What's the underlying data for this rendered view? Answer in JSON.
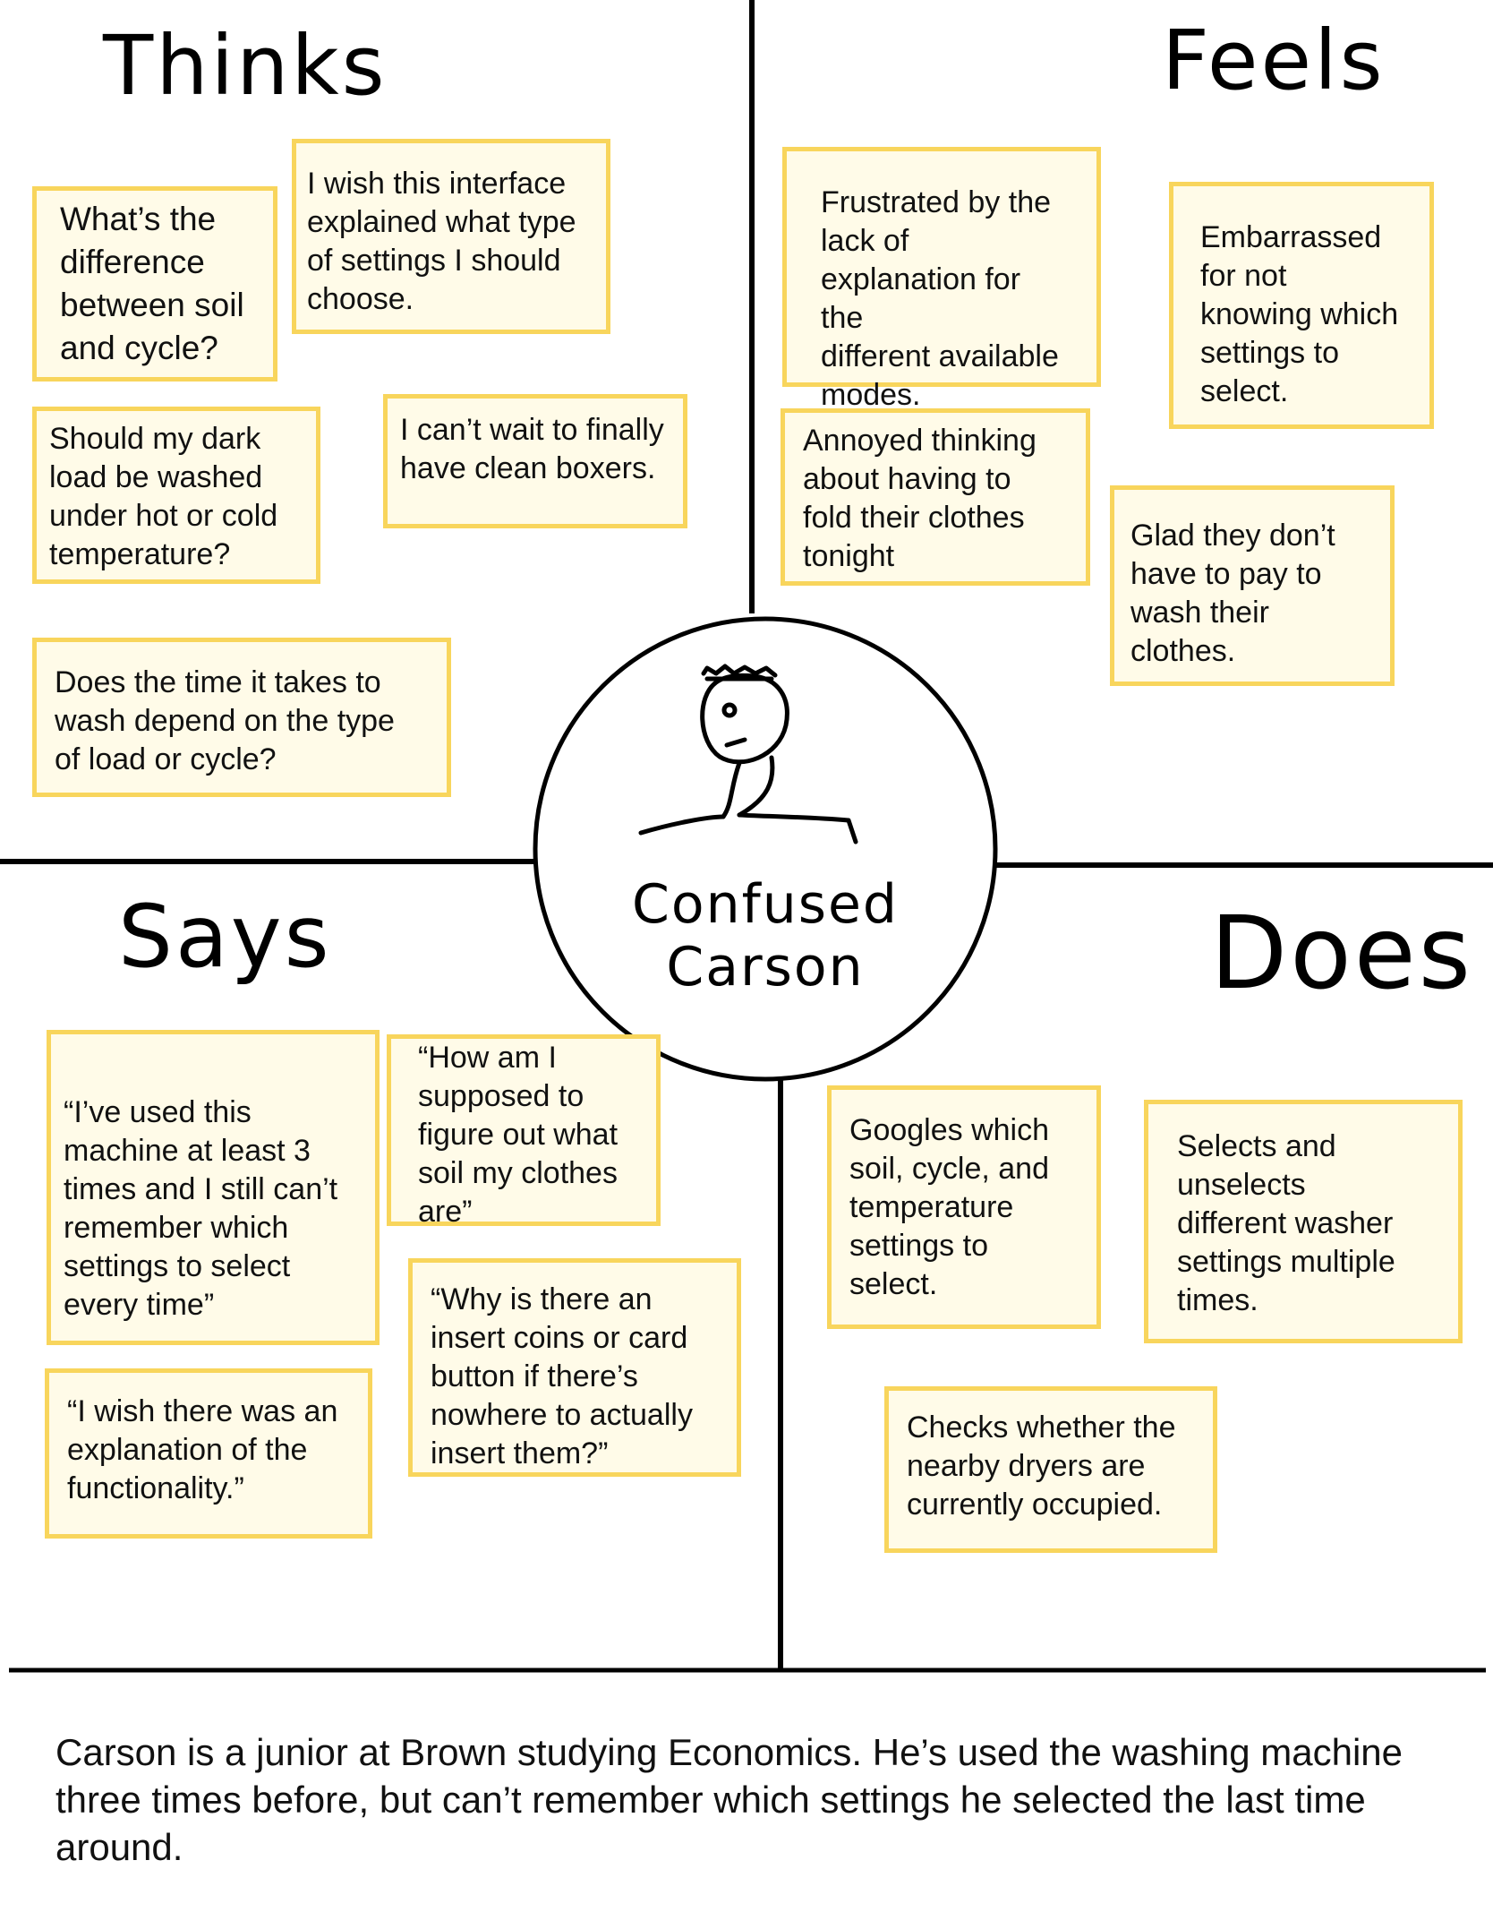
{
  "quadrants": {
    "thinks": {
      "title": "Thinks"
    },
    "feels": {
      "title": "Feels"
    },
    "says": {
      "title": "Says"
    },
    "does": {
      "title": "Does"
    }
  },
  "persona": {
    "name_line1": "Confused",
    "name_line2": "Carson"
  },
  "notes": {
    "thinks": [
      "What’s the\ndifference\nbetween soil\nand cycle?",
      "I wish this interface\nexplained what type\nof settings I should\nchoose.",
      "Should my dark\nload be washed\nunder hot or cold\ntemperature?",
      "I can’t wait to finally\nhave clean boxers.",
      "Does the time it takes to\nwash depend on the type\nof load or cycle?"
    ],
    "feels": [
      "Frustrated by the\nlack of\nexplanation for the\ndifferent available\nmodes.",
      "Embarrassed\nfor not\nknowing which\nsettings to\nselect.",
      "Annoyed thinking\nabout having to\nfold their clothes\ntonight",
      "Glad they don’t\nhave to pay to\nwash their\nclothes."
    ],
    "says": [
      "“I’ve used this\nmachine at least 3\ntimes and I still can’t\nremember which\nsettings to select\nevery time”",
      "“How am I\nsupposed to\nfigure out what\nsoil my clothes\nare”",
      "“Why is there an\ninsert coins or card\nbutton if there’s\nnowhere to actually\ninsert them?”",
      "“I wish there was an\nexplanation of the\nfunctionality.”"
    ],
    "does": [
      "Googles which\nsoil, cycle, and\ntemperature\nsettings to\nselect.",
      "Selects and\nunselects\ndifferent washer\nsettings multiple\ntimes.",
      "Checks whether the\nnearby dryers are\ncurrently occupied."
    ]
  },
  "caption": "Carson is a junior at Brown studying Economics. He’s used the washing machine three times before, but can’t remember which settings he selected the last time around."
}
